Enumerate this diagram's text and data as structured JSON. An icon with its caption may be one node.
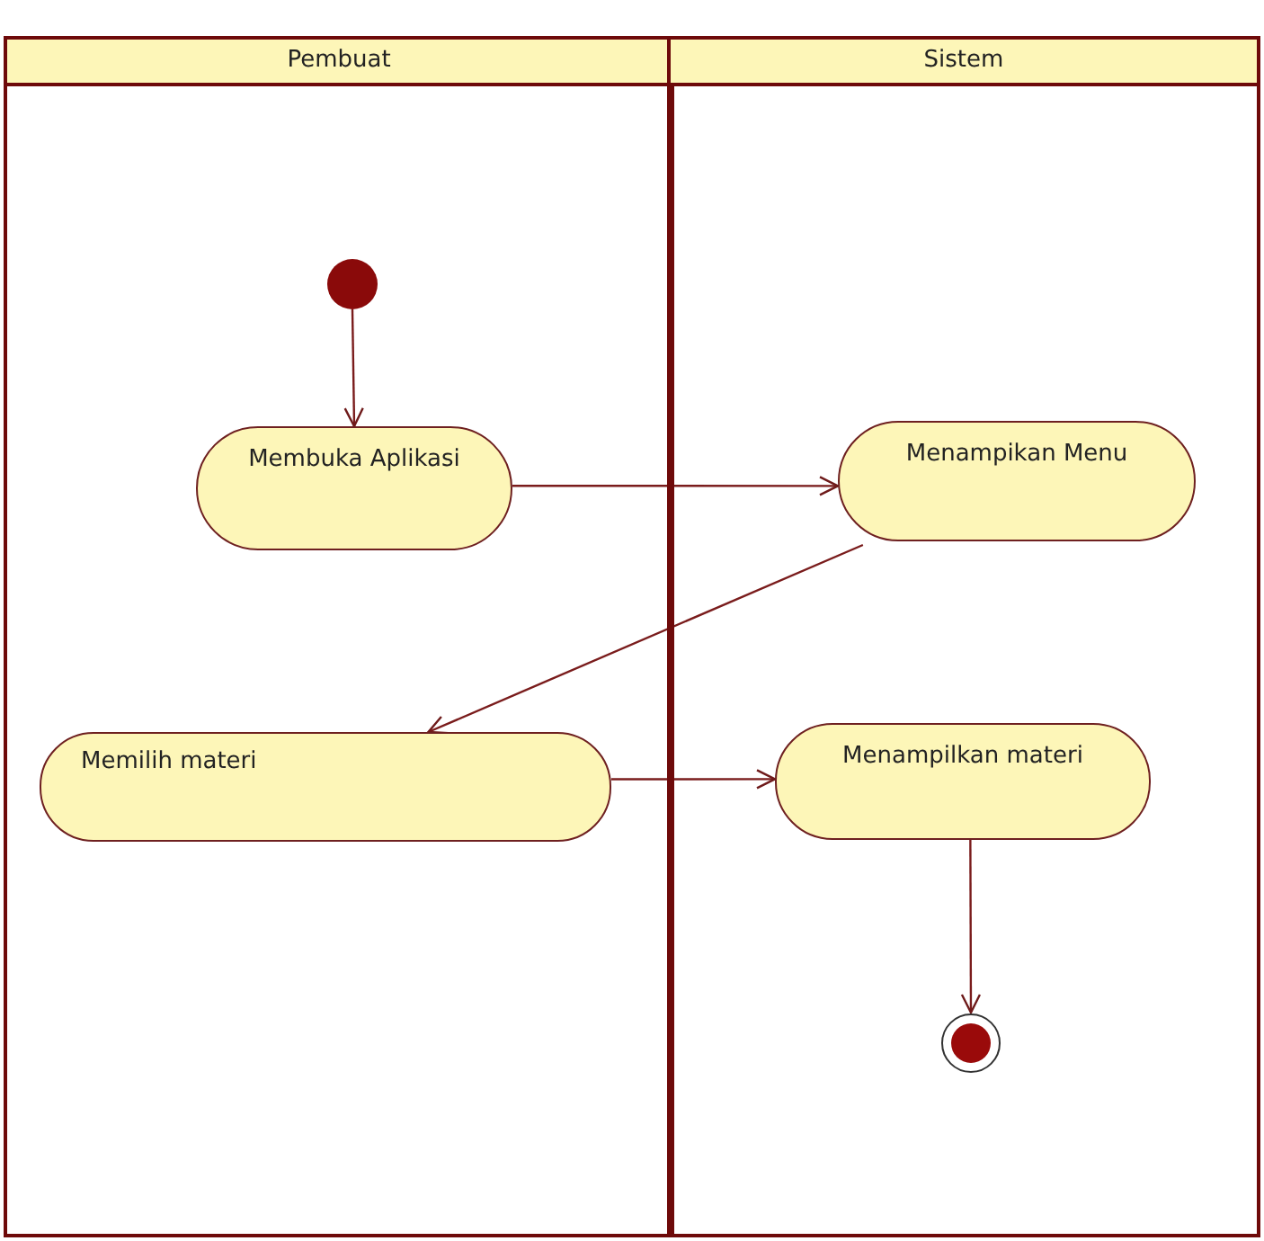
{
  "diagram": {
    "nodes": [
      {
        "text": [
          "Pembuat"
        ]
      },
      {
        "text": [],
        "shape": "circle",
        "in": 0
      },
      {
        "text": [
          "Membuka Aplikasi"
        ],
        "in": 0
      },
      {
        "text": [
          "Memilih materi"
        ],
        "in": 0
      },
      {
        "text": [
          "Sistem"
        ]
      },
      {
        "text": [
          "Menampikan Menu"
        ],
        "in": 4
      },
      {
        "text": [
          "Menampilkan materi"
        ],
        "in": 4
      },
      {
        "text": [],
        "shape": "circle",
        "in": 4
      }
    ],
    "edges": [
      {
        "from": 1,
        "to": 2,
        "arrow": "to"
      },
      {
        "from": 2,
        "to": 5,
        "arrow": "to"
      },
      {
        "from": 5,
        "to": 3,
        "arrow": "to"
      },
      {
        "from": 3,
        "to": 6,
        "arrow": "to"
      },
      {
        "from": 6,
        "to": 7,
        "arrow": "to"
      }
    ]
  }
}
